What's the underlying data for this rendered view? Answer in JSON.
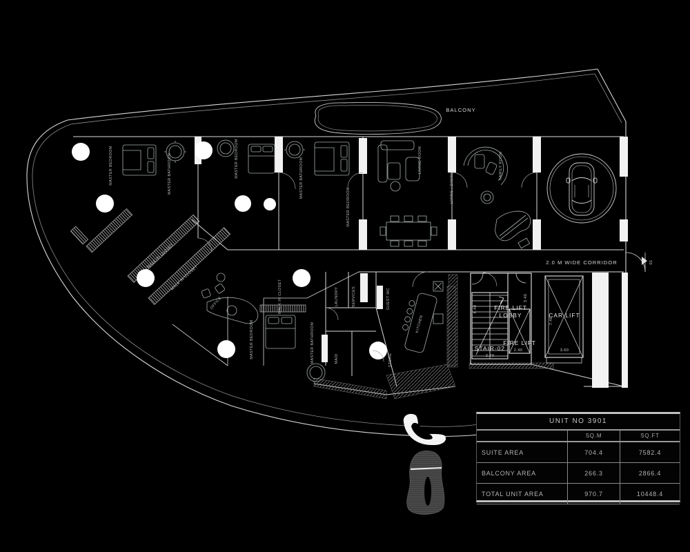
{
  "colors": {
    "background": "#000000",
    "wall_line": "#e2e2e2",
    "furniture_line": "#9aa0a0",
    "hatch": "#6f6f6f",
    "text": "#c9c9c9"
  },
  "plan": {
    "balcony": "BALCONY",
    "corridor": "2.0 M WIDE CORRIDOR",
    "rooms": {
      "master_bedroom": "MASTER BEDROOM",
      "master_bathroom": "MASTER BATHROOM",
      "walk_in_closet": "WALK IN CLOSET",
      "living_room": "LIVING ROOM",
      "living_dining": "LIVING / DINING",
      "family_room": "FAMILY ROOM",
      "office": "OFFICE",
      "kitchen": "KITCHEN",
      "laundry": "LAUNDRY",
      "services": "SERVICES",
      "guest_wc": "GUEST WC",
      "maid": "MAID",
      "store": "STORE"
    },
    "core": {
      "fire_lift_lobby_line1": "FIRE LIFT",
      "fire_lift_lobby_line2": "LOBBY",
      "fire_lift": "FIRE LIFT",
      "stair": "STAIR-02",
      "car_lift": "CAR LIFT",
      "door_tag": "01"
    },
    "dimensions": {
      "stair_width": "2.70",
      "stair_depth": "6.40",
      "fire_lift_width": "2.40",
      "lobby_depth": "3.40",
      "car_lift_depth": "7.40",
      "car_lift_width": "3.60"
    }
  },
  "area_table": {
    "title": "UNIT NO 3901",
    "col_headers": [
      "SQ.M",
      "SQ.FT"
    ],
    "rows": [
      {
        "label": "SUITE AREA",
        "sqm": "704.4",
        "sqft": "7582.4"
      },
      {
        "label": "BALCONY AREA",
        "sqm": "266.3",
        "sqft": "2866.4"
      },
      {
        "label": "TOTAL UNIT AREA",
        "sqm": "970.7",
        "sqft": "10448.4"
      }
    ]
  }
}
